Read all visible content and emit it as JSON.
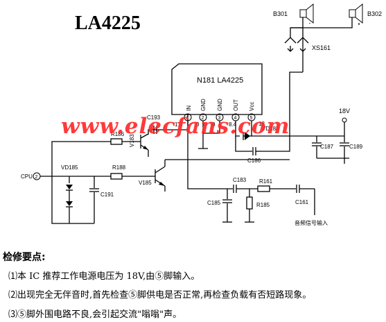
{
  "title": "LA4225",
  "ic": {
    "label": "N181  LA4225",
    "pins": [
      {
        "name": "IN",
        "number": "1"
      },
      {
        "name": "GND",
        "number": "2"
      },
      {
        "name": "GND",
        "number": "3"
      },
      {
        "name": "OUT",
        "number": "4"
      },
      {
        "name": "Vcc",
        "number": "5"
      }
    ],
    "pin_voltages": [
      "1.3",
      "0",
      "0",
      "8.4",
      "18"
    ]
  },
  "components": {
    "speaker_left": "B301",
    "speaker_right": "B302",
    "connector": "XS161",
    "c193": "C193",
    "r186": "R186",
    "v183": "V183",
    "vd183": "VD183",
    "supply": "18V",
    "c187": "C187",
    "c189": "C189",
    "c186": "C186",
    "cpu": "CPU",
    "cpu_pin": "2",
    "vd185": "VD185",
    "r188": "R188",
    "v185": "V185",
    "c183": "C183",
    "r161": "R161",
    "c191": "C191",
    "c185": "C185",
    "r185": "R185",
    "c161": "C161",
    "audio_input": "音频信号输入"
  },
  "watermark": "www.elecfans.com",
  "notes": {
    "title": "检修要点:",
    "items": [
      "⑴本 IC 推荐工作电源电压为 18V,由⑤脚输入。",
      "⑵出现完全无伴音时,首先检查⑤脚供电是否正常,再检查负载有否短路现象。",
      "⑶⑤脚外围电路不良,会引起交流\"嗡嗡\"声。"
    ]
  },
  "colors": {
    "line": "#000000",
    "watermark": "#ff2a2a",
    "background": "#ffffff"
  }
}
